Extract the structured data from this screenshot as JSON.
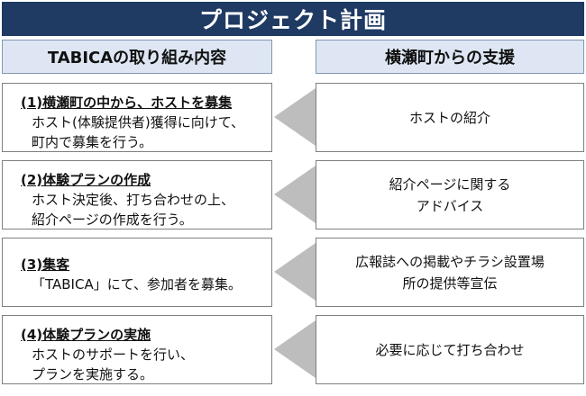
{
  "title": "プロジェクト計画",
  "headers": {
    "left": "TABICAの取り組み内容",
    "right": "横瀬町からの支援"
  },
  "rows": [
    {
      "heading": "(1)横瀬町の中から、ホストを募集",
      "desc": [
        "ホスト(体験提供者)獲得に向けて、",
        "町内で募集を行う。"
      ],
      "support": [
        "ホストの紹介"
      ]
    },
    {
      "heading": "(2)体験プランの作成",
      "desc": [
        "ホスト決定後、打ち合わせの上、",
        "紹介ページの作成を行う。"
      ],
      "support": [
        "紹介ページに関する",
        "アドバイス"
      ]
    },
    {
      "heading": "(3)集客",
      "desc": [
        "「TABICA」にて、参加者を募集。"
      ],
      "support": [
        "広報誌への掲載やチラシ設置場",
        "所の提供等宣伝"
      ]
    },
    {
      "heading": "(4)体験プランの実施",
      "desc": [
        "ホストのサポートを行い、",
        "プランを実施する。"
      ],
      "support": [
        "必要に応じて打ち合わせ"
      ]
    }
  ],
  "colors": {
    "title_bg": "#1f3a63",
    "header_bg": "#dde6f2",
    "arrow": "#bdbdbd"
  }
}
